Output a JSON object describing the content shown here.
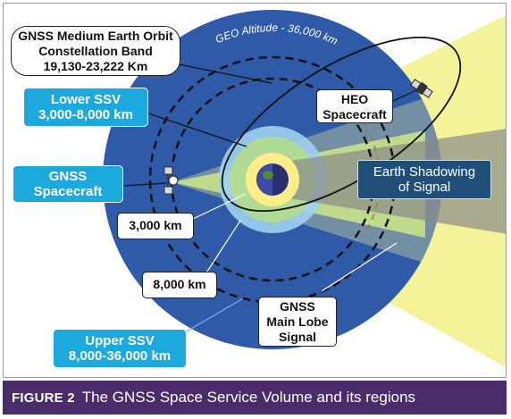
{
  "geo_label": "GEO Altitude - 36,000 km",
  "callouts": {
    "meo_band": {
      "line1": "GNSS Medium Earth Orbit",
      "line2": "Constellation Band",
      "line3": "19,130-23,222 Km"
    },
    "lower_ssv": {
      "line1": "Lower SSV",
      "line2": "3,000-8,000 km"
    },
    "gnss_spacecraft": {
      "line1": "GNSS",
      "line2": "Spacecraft"
    },
    "heo_spacecraft": {
      "line1": "HEO",
      "line2": "Spacecraft"
    },
    "earth_shadowing": {
      "line1": "Earth Shadowing",
      "line2": "of Signal"
    },
    "km_3000": "3,000 km",
    "km_8000": "8,000 km",
    "main_lobe": {
      "line1": "GNSS",
      "line2": "Main Lobe",
      "line3": "Signal"
    },
    "upper_ssv": {
      "line1": "Upper SSV",
      "line2": "8,000-36,000 km"
    }
  },
  "caption": {
    "label": "FIGURE 2",
    "text": "The GNSS Space Service Volume and its regions"
  },
  "colors": {
    "geo_disk": "#2e5aa8",
    "upper_band": "#5a8fd0",
    "lower_ring": "#9fd0ee",
    "main_lobe": "#b8e07a",
    "beam_yellow": "#f4f39a",
    "earth": "#2b2f72",
    "earth_atmo": "#ffee88",
    "shadow": "#8a8a8a",
    "callout_cyan": "#1ba9de",
    "callout_navy": "#1f4e79",
    "caption_bg": "#4b2c6b"
  }
}
